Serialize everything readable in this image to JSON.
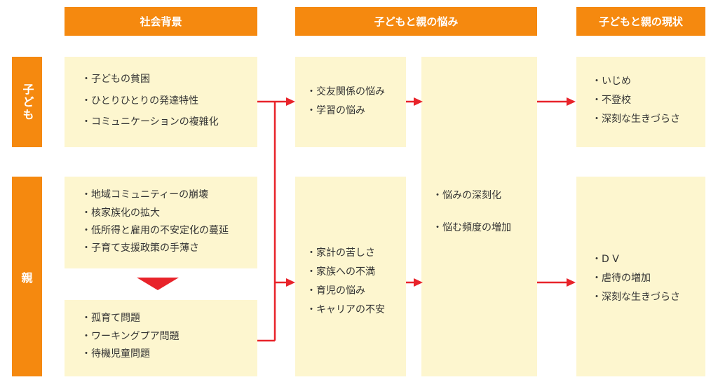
{
  "headers": {
    "social": "社会背景",
    "worries": "子どもと親の悩み",
    "status": "子どもと親の現状"
  },
  "rows": {
    "child": "子ども",
    "parent": "親"
  },
  "boxes": {
    "child_background": [
      "・子どもの貧困",
      "・ひとりひとりの発達特性",
      "・コミュニケーションの複雑化"
    ],
    "parent_background": [
      "・地域コミュニティーの崩壊",
      "・核家族化の拡大",
      "・低所得と雇用の不安定化の蔓延",
      "・子育て支援政策の手薄さ"
    ],
    "parent_problems": [
      "・孤育て問題",
      "・ワーキングプア問題",
      "・待機児童問題"
    ],
    "child_worries": [
      "・交友関係の悩み",
      "・学習の悩み"
    ],
    "parent_worries": [
      "・家計の苦しさ",
      "・家族への不満",
      "・育児の悩み",
      "・キャリアの不安"
    ],
    "common_worries": [
      "・悩みの深刻化",
      "・悩む頻度の増加"
    ],
    "child_status": [
      "・いじめ",
      "・不登校",
      "・深刻な生きづらさ"
    ],
    "parent_status": [
      "・D V",
      "・虐待の増加",
      "・深刻な生きづらさ"
    ]
  },
  "colors": {
    "header": "#f5890f",
    "box": "#fdf6cf",
    "arrow": "#e8232a"
  }
}
